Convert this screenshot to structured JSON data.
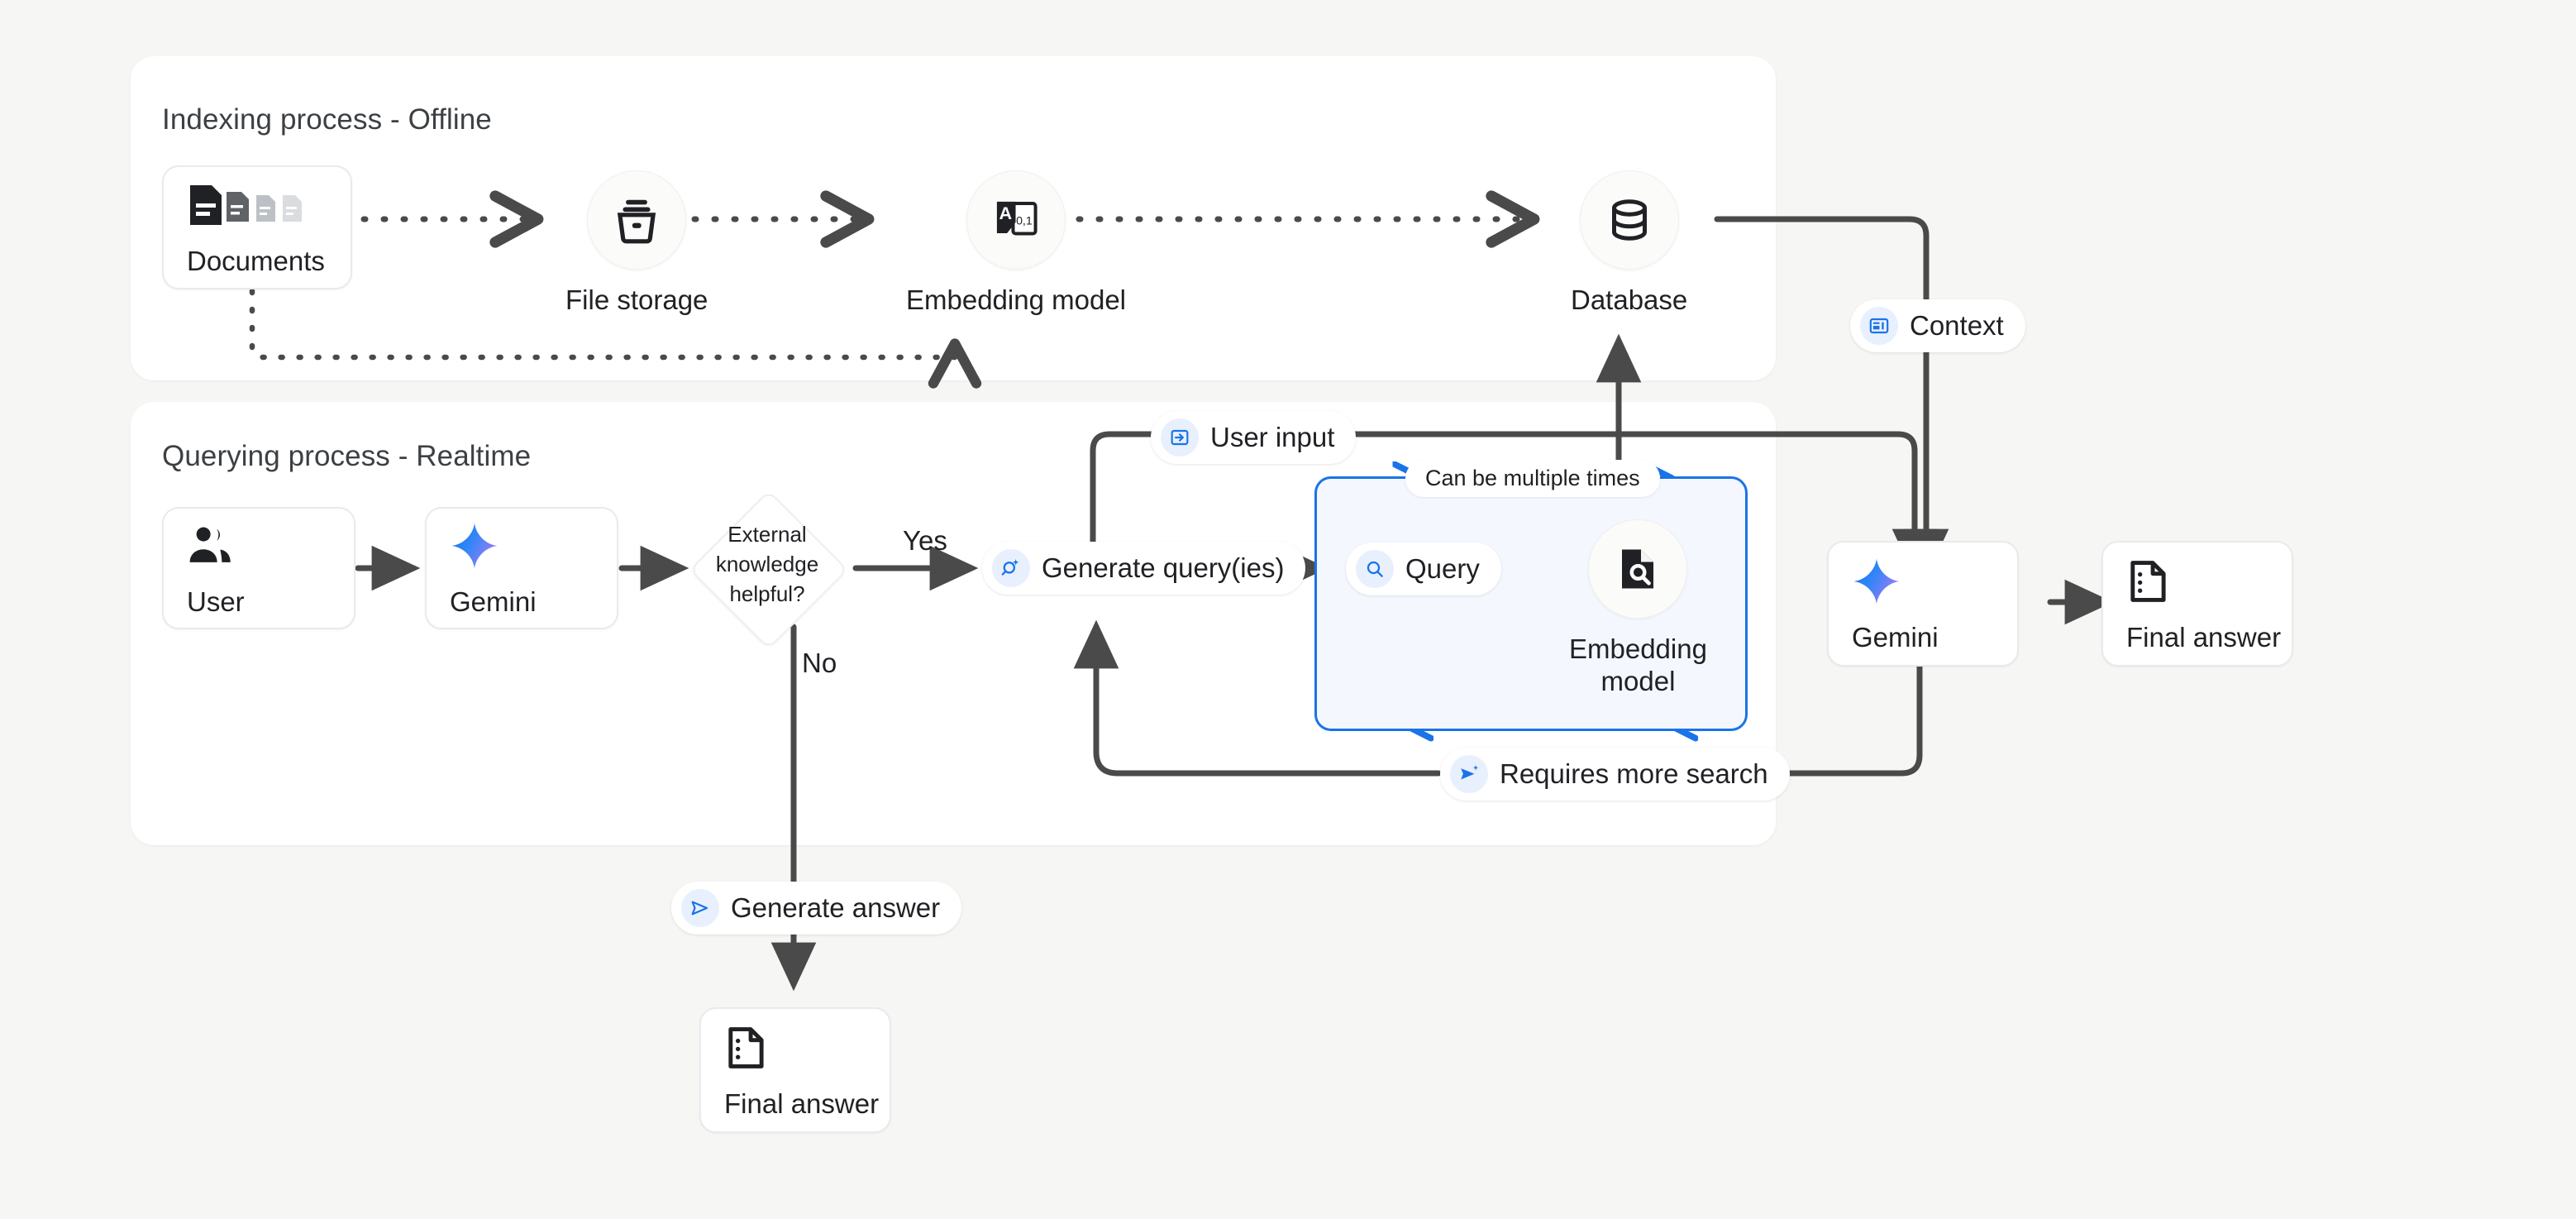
{
  "page": {
    "background_color": "#f6f6f4",
    "accent_blue": "#1a73e8",
    "line_color": "#4a4a4a"
  },
  "panels": [
    {
      "id": "indexing",
      "title": "Indexing process - Offline"
    },
    {
      "id": "querying",
      "title": "Querying process - Realtime"
    }
  ],
  "indexing": {
    "documents": {
      "label": "Documents",
      "icon": "documents-icon"
    },
    "file_storage": {
      "label": "File storage",
      "icon": "file-storage-icon"
    },
    "embedding_model": {
      "label": "Embedding model",
      "icon": "embedding-model-icon"
    },
    "database": {
      "label": "Database",
      "icon": "database-icon"
    }
  },
  "querying": {
    "user": {
      "label": "User",
      "icon": "user-group-icon"
    },
    "gemini_left": {
      "label": "Gemini",
      "icon": "gemini-sparkle-icon"
    },
    "decision": {
      "line1": "External",
      "line2": "knowledge",
      "line3": "helpful?"
    },
    "branch_yes": "Yes",
    "branch_no": "No",
    "generate_queries": {
      "label": "Generate query(ies)",
      "icon": "search-sparkle-icon"
    },
    "user_input": {
      "label": "User input",
      "icon": "input-arrow-icon"
    },
    "loop_note": "Can be multiple times",
    "query": {
      "label": "Query",
      "icon": "search-icon"
    },
    "embedding_model": {
      "label_line1": "Embedding",
      "label_line2": "model",
      "icon": "document-search-icon"
    },
    "requires_more_search": {
      "label": "Requires more search",
      "icon": "send-sparkle-icon"
    },
    "context": {
      "label": "Context",
      "icon": "context-card-icon"
    },
    "gemini_right": {
      "label": "Gemini",
      "icon": "gemini-sparkle-icon"
    },
    "final_answer_right": {
      "label": "Final answer",
      "icon": "answer-doc-icon"
    },
    "generate_answer": {
      "label": "Generate answer",
      "icon": "send-icon"
    },
    "final_answer_bottom": {
      "label": "Final answer",
      "icon": "answer-doc-icon"
    }
  }
}
